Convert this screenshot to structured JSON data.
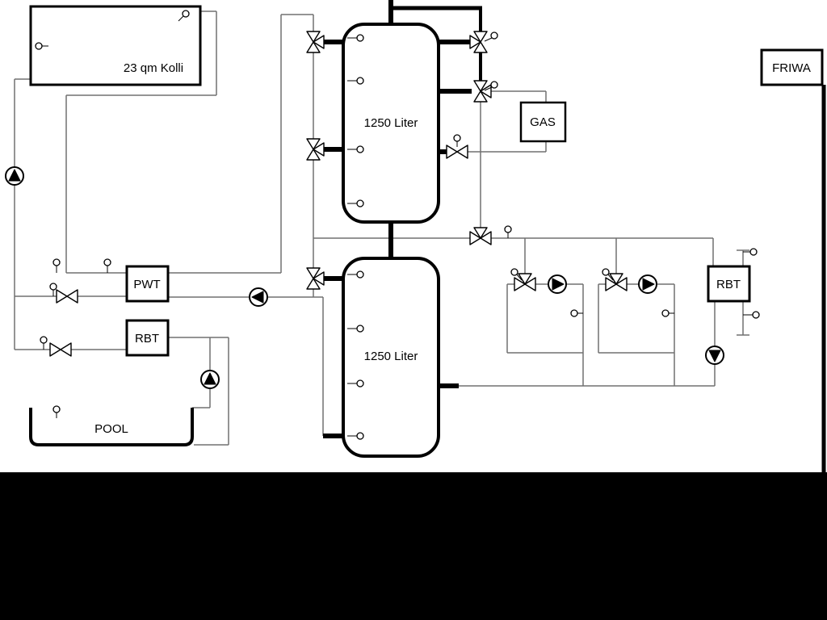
{
  "labels": {
    "collector": "23 qm Kolli",
    "tank_upper": "1250 Liter",
    "tank_lower": "1250 Liter",
    "gas": "GAS",
    "friwa": "FRIWA",
    "pwt": "PWT",
    "rbt_left": "RBT",
    "rbt_right": "RBT",
    "pool": "POOL"
  },
  "colors": {
    "background": "#ffffff",
    "footer": "#000000",
    "pipe_main": "#000000",
    "pipe_thin": "#707070",
    "component_fill": "#ffffff",
    "component_stroke": "#000000"
  },
  "icons": {
    "pump": "circle-with-solid-triangle",
    "valve": "bowtie-triangle-valve",
    "three_way_valve": "three-triangle-valve",
    "sensor": "small-circle-with-stem"
  }
}
